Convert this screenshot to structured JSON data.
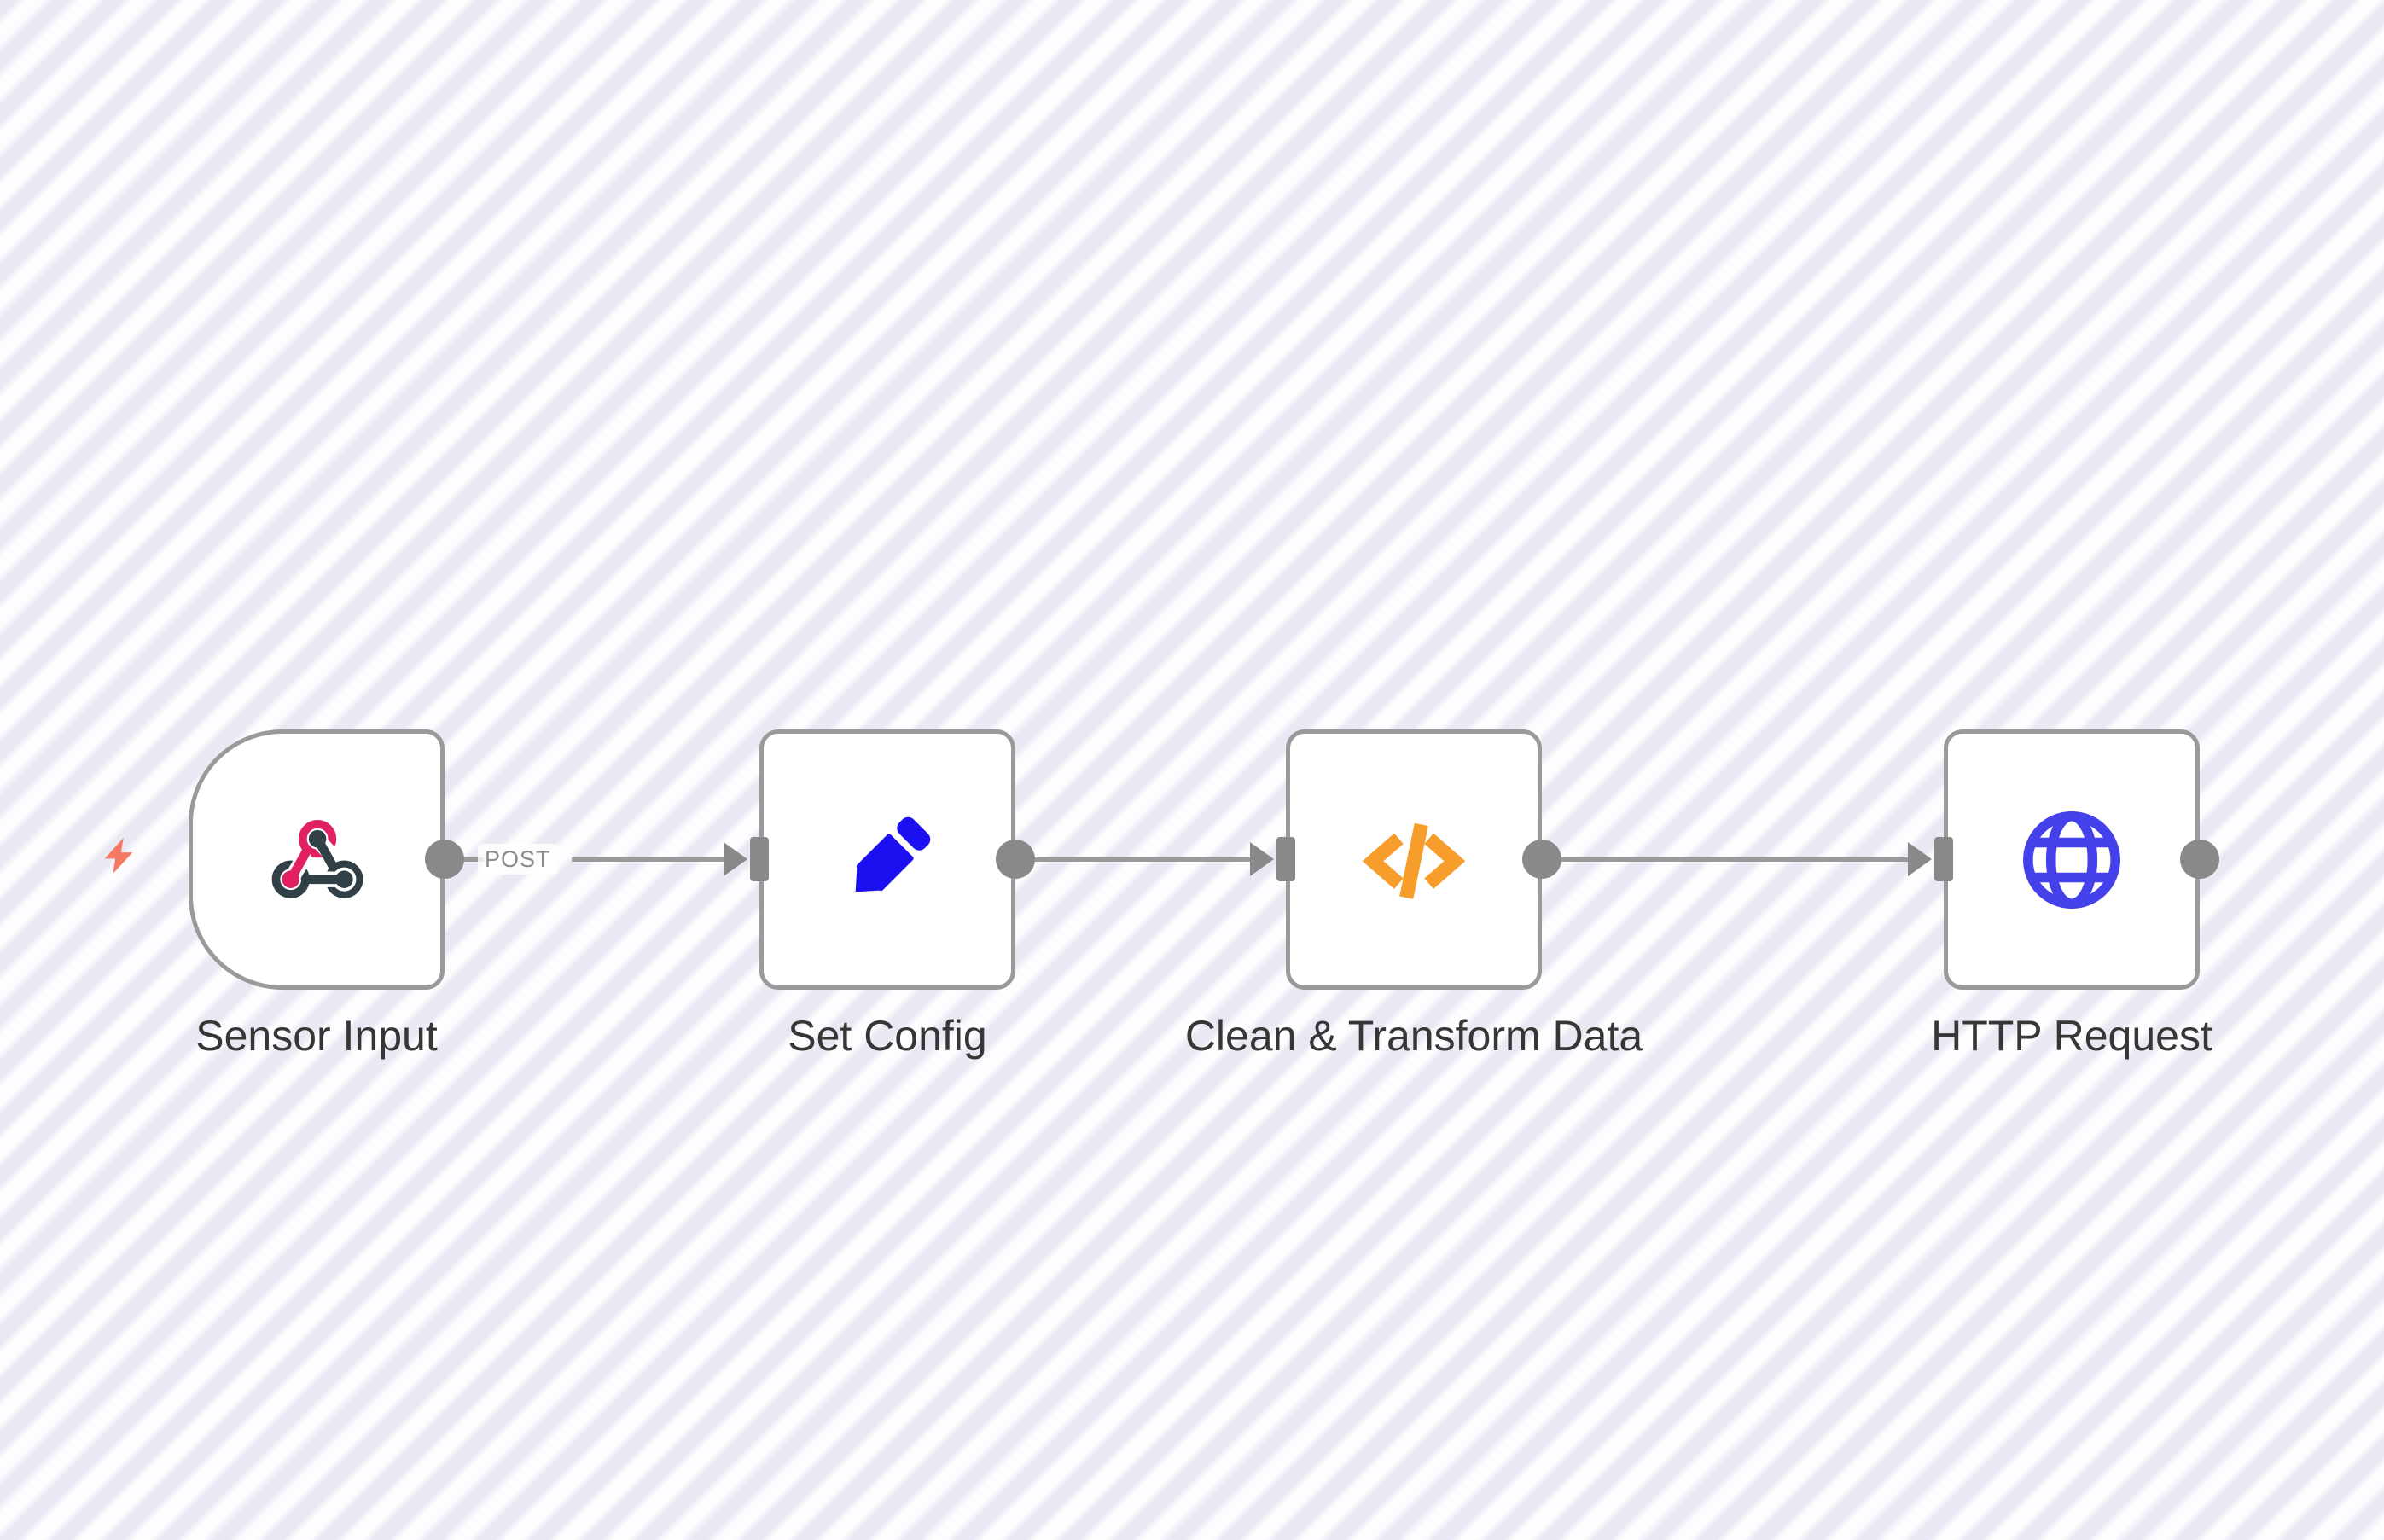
{
  "workflow": {
    "nodes": [
      {
        "label": "Sensor Input",
        "icon": "webhook-icon",
        "shape": "trigger-rounded-left",
        "icon_color_primary": "#e02060",
        "icon_color_secondary": "#313f47",
        "has_input": false,
        "has_output": true
      },
      {
        "label": "Set Config",
        "icon": "pencil-icon",
        "shape": "square",
        "icon_color_primary": "#1c10f0",
        "has_input": true,
        "has_output": true
      },
      {
        "label": "Clean & Transform Data",
        "icon": "code-icon",
        "shape": "square",
        "icon_color_primary": "#f79d2c",
        "has_input": true,
        "has_output": true
      },
      {
        "label": "HTTP Request",
        "icon": "globe-icon",
        "shape": "square",
        "icon_color_primary": "#4541ea",
        "has_input": true,
        "has_output": true
      }
    ],
    "connections": [
      {
        "from": "Sensor Input",
        "to": "Set Config",
        "label": "POST"
      },
      {
        "from": "Set Config",
        "to": "Clean & Transform Data",
        "label": ""
      },
      {
        "from": "Clean & Transform Data",
        "to": "HTTP Request",
        "label": ""
      }
    ],
    "trigger_indicator": {
      "icon": "lightning-bolt-icon",
      "color": "#f87961"
    }
  },
  "colors": {
    "canvas_stripe": "#e9e9f4",
    "canvas_bg": "#fdfdff",
    "node_border": "#9a9a9a",
    "node_fill": "#ffffff",
    "connector": "#898989",
    "wire": "#9a9a9a",
    "label_text": "#363636",
    "wire_label_text": "#8a8a8a"
  }
}
